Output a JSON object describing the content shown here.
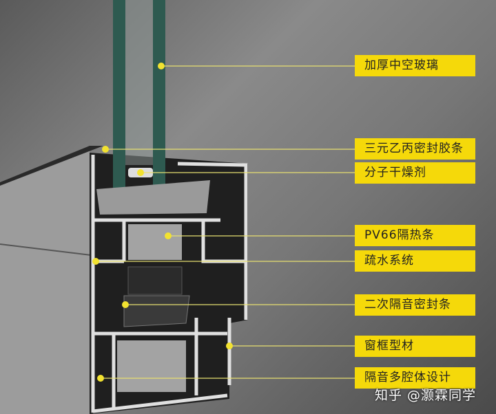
{
  "labels": [
    {
      "text": "加厚中空玻璃"
    },
    {
      "text": "三元乙丙密封胶条"
    },
    {
      "text": "分子干燥剂"
    },
    {
      "text": "PV66隔热条"
    },
    {
      "text": "疏水系统"
    },
    {
      "text": "二次隔音密封条"
    },
    {
      "text": "窗框型材"
    },
    {
      "text": "隔音多腔体设计"
    }
  ],
  "watermark": "知乎 @灏霖同学",
  "colors": {
    "label_bg": "#f5d90a",
    "dot": "#f2e230",
    "glass": "#2e5a50",
    "aluminum": "#d9d9d9",
    "insulation": "#9a9a9a"
  }
}
